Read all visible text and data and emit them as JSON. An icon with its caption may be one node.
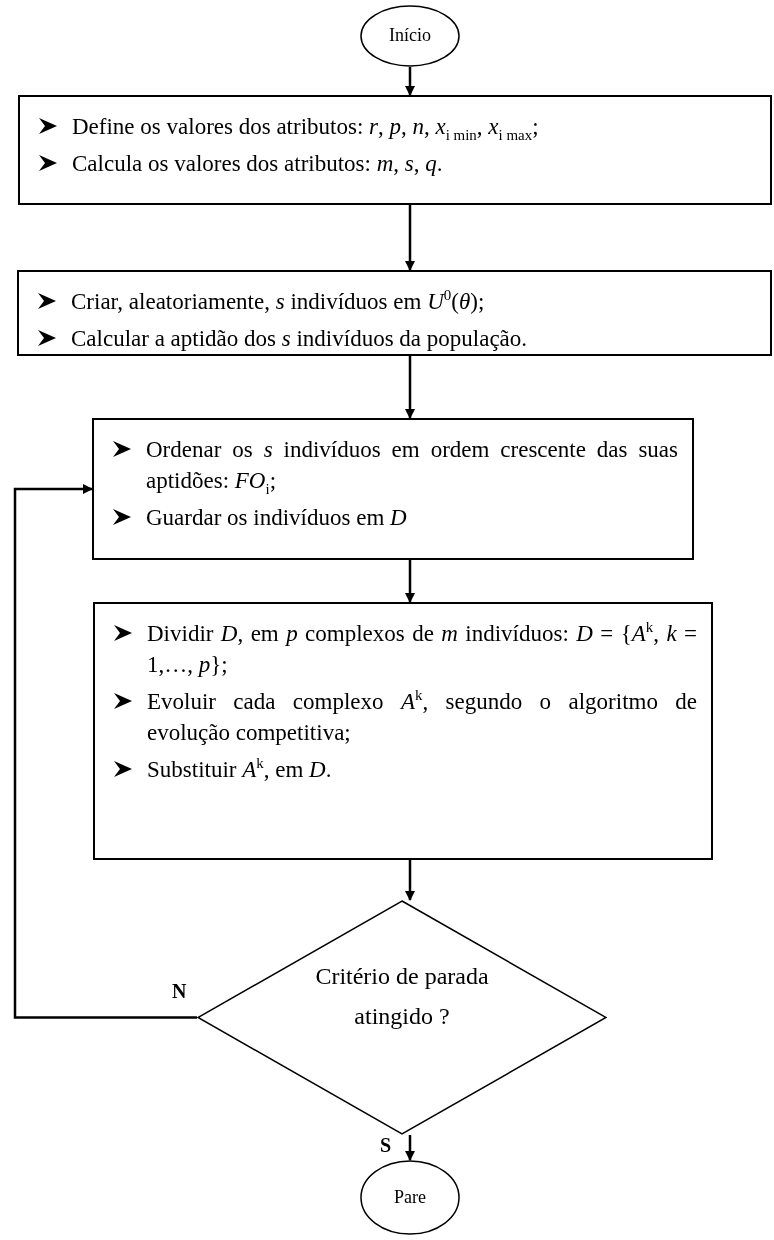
{
  "diagram": {
    "nodes": [
      {
        "text": [
          "Início"
        ]
      },
      {
        "text": [
          "Define os valores dos atributos: *r*, *p*, *n*, *x*$_{i min}$, *x*$_{i max}$;",
          "Calcula os valores dos atributos: *m*, *s*, *q*."
        ]
      },
      {
        "text": [
          "Criar, aleatoriamente, *s* indivíduos em *U*$^{0}$(*θ*);",
          "Calcular a aptidão dos *s* indivíduos da população."
        ]
      },
      {
        "text": [
          "Ordenar os *s* indivíduos em ordem crescente das suas aptidões: *FO*$_{i}$;",
          "Guardar os indivíduos em *D*"
        ]
      },
      {
        "text": [
          "Dividir *D*, em *p* complexos de *m* indivíduos: *D* = {*A*$^{k}$, *k* = 1,…, *p*};",
          "Evoluir cada complexo *A*$^{k}$, segundo o algoritmo de evolução competitiva;",
          "Substituir *A*$^{k}$, em *D*."
        ]
      },
      {
        "text": [
          "Critério de parada atingido ?"
        ]
      },
      {
        "text": [
          "Pare"
        ]
      }
    ],
    "edges": [
      {
        "from": 0,
        "to": 1,
        "arrow": "to"
      },
      {
        "from": 1,
        "to": 2,
        "arrow": "to"
      },
      {
        "from": 2,
        "to": 3,
        "arrow": "to"
      },
      {
        "from": 3,
        "to": 4,
        "arrow": "to"
      },
      {
        "from": 4,
        "to": 5,
        "arrow": "to"
      },
      {
        "from": 5,
        "to": 6,
        "arrow": "to",
        "label": "S"
      },
      {
        "from": 5,
        "to": 3,
        "arrow": "to",
        "label": "N"
      }
    ]
  }
}
